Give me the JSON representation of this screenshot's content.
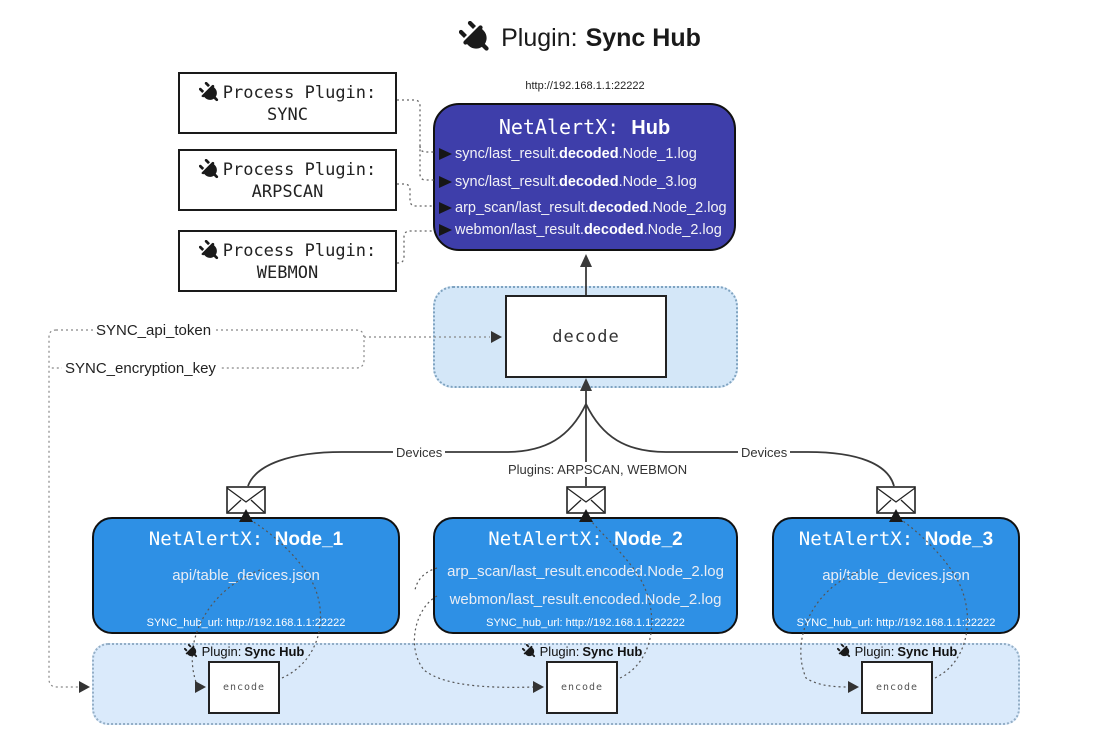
{
  "title": {
    "prefix": "Plugin:",
    "name": "Sync Hub"
  },
  "hub": {
    "url": "http://192.168.1.1:22222",
    "name_prefix": "NetAlertX:",
    "name": "Hub",
    "rows": [
      {
        "pre": "sync/last_result.",
        "bold": "decoded",
        "post": ".Node_1.log"
      },
      {
        "pre": "sync/last_result.",
        "bold": "decoded",
        "post": ".Node_3.log"
      },
      {
        "pre": "arp_scan/last_result.",
        "bold": "decoded",
        "post": ".Node_2.log"
      },
      {
        "pre": "webmon/last_result.",
        "bold": "decoded",
        "post": ".Node_2.log"
      }
    ]
  },
  "process_plugins": [
    {
      "label": "Process Plugin:",
      "name": "SYNC"
    },
    {
      "label": "Process Plugin:",
      "name": "ARPSCAN"
    },
    {
      "label": "Process Plugin:",
      "name": "WEBMON"
    }
  ],
  "settings": {
    "api_token": "SYNC_api_token",
    "encryption_key": "SYNC_encryption_key"
  },
  "decode_label": "decode",
  "edge_labels": {
    "devices_left": "Devices",
    "devices_right": "Devices",
    "plugins": "Plugins: ARPSCAN, WEBMON"
  },
  "nodes": [
    {
      "name_prefix": "NetAlertX:",
      "name": "Node_1",
      "lines": [
        "api/table_devices.json"
      ],
      "hub_url": "SYNC_hub_url: http://192.168.1.1:22222"
    },
    {
      "name_prefix": "NetAlertX:",
      "name": "Node_2",
      "lines": [
        "arp_scan/last_result.encoded.Node_2.log",
        "webmon/last_result.encoded.Node_2.log"
      ],
      "hub_url": "SYNC_hub_url: http://192.168.1.1:22222"
    },
    {
      "name_prefix": "NetAlertX:",
      "name": "Node_3",
      "lines": [
        "api/table_devices.json"
      ],
      "hub_url": "SYNC_hub_url: http://192.168.1.1:22222"
    }
  ],
  "encode": {
    "plugin_prefix": "Plugin:",
    "plugin_name": "Sync Hub",
    "box_label": "encode"
  },
  "colors": {
    "hub_fill": "#3E3EAA",
    "node_fill": "#2E90E5",
    "panel_fill": "#D4E7F8",
    "bar_fill": "#DAEAFB"
  }
}
